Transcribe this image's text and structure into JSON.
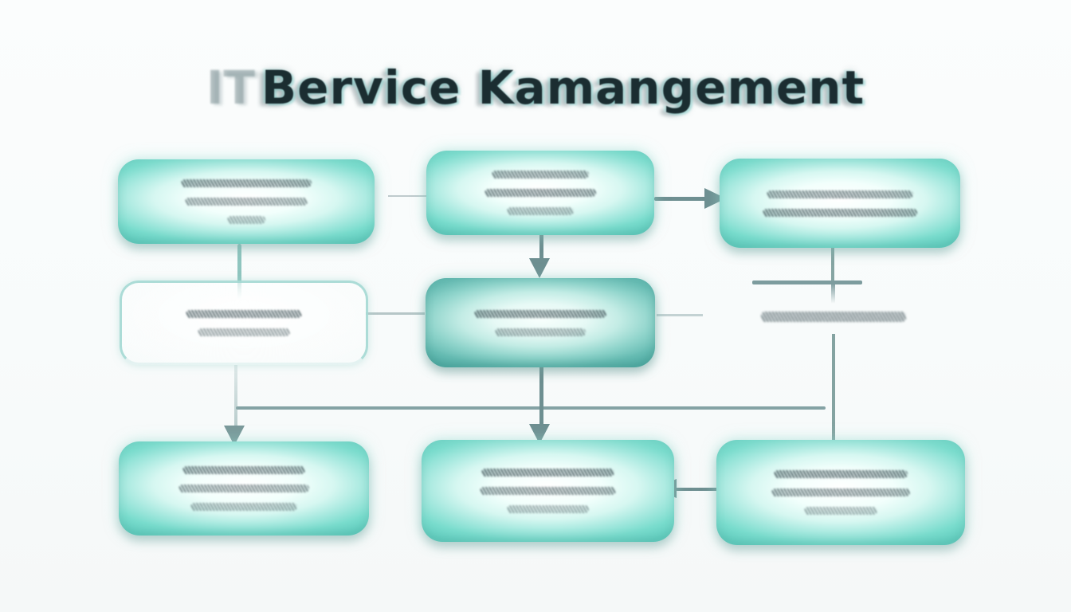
{
  "title": {
    "ghost_prefix": "IT",
    "main": "Bervice Kamangement",
    "legible": false,
    "color": "#1b2d31"
  },
  "palette": {
    "background": "#f9fbfb",
    "box_teal": "#63cfc0",
    "box_teal_dark": "#54b0a8",
    "box_glow": "#f2fffc",
    "outline_teal": "#9ed6d0",
    "connector_gray": "#6e8f91",
    "connector_teal": "#8fc5bf",
    "blur_text": "#2a3e44"
  },
  "nodes": [
    {
      "id": "top-left",
      "style": "glossy",
      "label_legible": false,
      "lines": [
        [
          62,
          0.85
        ],
        [
          58,
          0.7
        ],
        [
          18,
          0.55
        ]
      ]
    },
    {
      "id": "top-middle",
      "style": "glossy",
      "label_legible": false,
      "lines": [
        [
          52,
          0.8
        ],
        [
          60,
          0.85
        ],
        [
          36,
          0.6
        ]
      ]
    },
    {
      "id": "top-right",
      "style": "glossy",
      "label_legible": false,
      "lines": [
        [
          74,
          0.8
        ],
        [
          78,
          0.85
        ]
      ]
    },
    {
      "id": "mid-left",
      "style": "outline",
      "label_legible": false,
      "lines": [
        [
          58,
          0.85
        ],
        [
          46,
          0.6
        ]
      ]
    },
    {
      "id": "mid-center",
      "style": "glossy-dark",
      "label_legible": false,
      "lines": [
        [
          70,
          0.9
        ],
        [
          48,
          0.6
        ]
      ]
    },
    {
      "id": "mid-right",
      "style": "text-only",
      "label_legible": false,
      "lines": [
        [
          100,
          0.75
        ]
      ]
    },
    {
      "id": "bottom-left",
      "style": "glossy",
      "label_legible": false,
      "lines": [
        [
          60,
          0.85
        ],
        [
          64,
          0.72
        ],
        [
          52,
          0.58
        ]
      ]
    },
    {
      "id": "bottom-middle",
      "style": "glossy",
      "label_legible": false,
      "lines": [
        [
          64,
          0.9
        ],
        [
          66,
          0.78
        ],
        [
          40,
          0.55
        ]
      ]
    },
    {
      "id": "bottom-right",
      "style": "glossy",
      "label_legible": false,
      "lines": [
        [
          66,
          0.9
        ],
        [
          68,
          0.78
        ],
        [
          36,
          0.55
        ]
      ]
    }
  ],
  "edges": [
    {
      "from": "top-left",
      "to": "top-middle",
      "type": "line-faint",
      "direction": "right"
    },
    {
      "from": "top-middle",
      "to": "top-right",
      "type": "arrow",
      "direction": "right"
    },
    {
      "from": "top-left",
      "to": "mid-left",
      "type": "line-teal",
      "direction": "down"
    },
    {
      "from": "top-middle",
      "to": "mid-center",
      "type": "arrow",
      "direction": "down"
    },
    {
      "from": "top-right",
      "to": "mid-right",
      "type": "line-cross",
      "direction": "down"
    },
    {
      "from": "mid-left",
      "to": "mid-center",
      "type": "line-faint",
      "direction": "right"
    },
    {
      "from": "mid-center",
      "to": "mid-right",
      "type": "line-faint",
      "direction": "right"
    },
    {
      "from": "mid-left",
      "to": "bottom-left",
      "type": "arrow",
      "direction": "down"
    },
    {
      "from": "mid-center",
      "to": "bottom-middle",
      "type": "arrow",
      "direction": "down"
    },
    {
      "from": "mid-right",
      "to": "bottom-right",
      "type": "line",
      "direction": "down"
    },
    {
      "from": "bottom-right",
      "to": "bottom-middle",
      "type": "arrow",
      "direction": "left"
    },
    {
      "from": "mid-left",
      "to": "mid-right",
      "type": "horizontal-bus",
      "direction": "right"
    }
  ]
}
